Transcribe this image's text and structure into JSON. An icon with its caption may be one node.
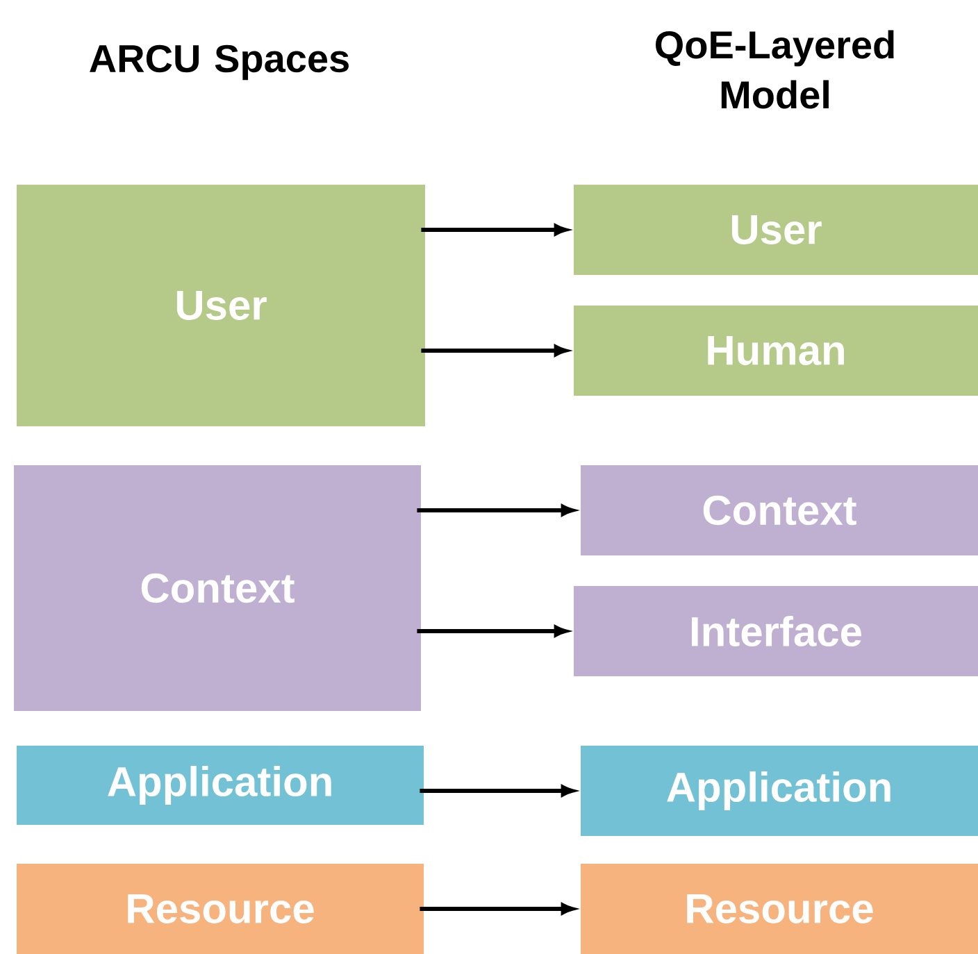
{
  "diagram": {
    "nodes": [
      {
        "text": [
          "User"
        ]
      },
      {
        "text": [
          "User"
        ]
      },
      {
        "text": [
          "Human"
        ]
      },
      {
        "text": [
          "Context"
        ]
      },
      {
        "text": [
          "Context"
        ]
      },
      {
        "text": [
          "Interface"
        ]
      },
      {
        "text": [
          "Application"
        ]
      },
      {
        "text": [
          "Application"
        ]
      },
      {
        "text": [
          "Resource"
        ]
      },
      {
        "text": [
          "Resource"
        ]
      }
    ],
    "edges": [
      {
        "from": 0,
        "to": 1,
        "arrow": "to"
      },
      {
        "from": 0,
        "to": 2,
        "arrow": "to"
      },
      {
        "from": 3,
        "to": 4,
        "arrow": "to"
      },
      {
        "from": 3,
        "to": 5,
        "arrow": "to"
      },
      {
        "from": 6,
        "to": 7,
        "arrow": "to"
      },
      {
        "from": 8,
        "to": 9,
        "arrow": "to"
      }
    ],
    "labels": [
      "ARCU Spaces",
      "QoE-Layered Model"
    ]
  }
}
